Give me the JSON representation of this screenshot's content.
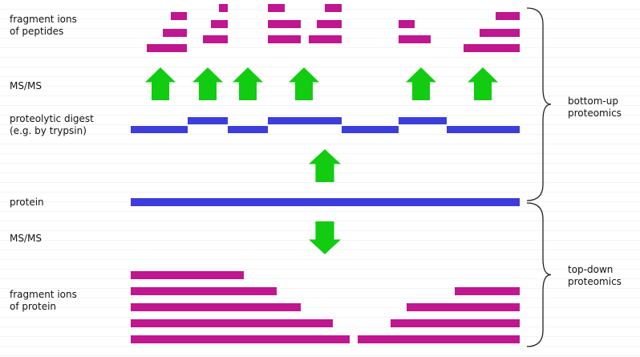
{
  "labels": {
    "fragment_ions_peptides": [
      "fragment ions",
      "of peptides"
    ],
    "msms_top": "MS/MS",
    "proteolytic_digest": [
      "proteolytic digest",
      "(e.g. by trypsin)"
    ],
    "protein": "protein",
    "msms_bottom": "MS/MS",
    "fragment_ions_protein": [
      "fragment ions",
      "of protein"
    ],
    "bottom_up": [
      "bottom-up",
      "proteomics"
    ],
    "top_down": [
      "top-down",
      "proteomics"
    ]
  },
  "colors": {
    "fragment": "#c0168f",
    "peptide": "#3d3ddb",
    "arrow": "#11cc11",
    "brace": "#222222",
    "text": "#111111"
  },
  "icons": {
    "arrow_up": "arrow-up-icon",
    "arrow_down": "arrow-down-icon",
    "brace": "curly-brace-icon"
  }
}
